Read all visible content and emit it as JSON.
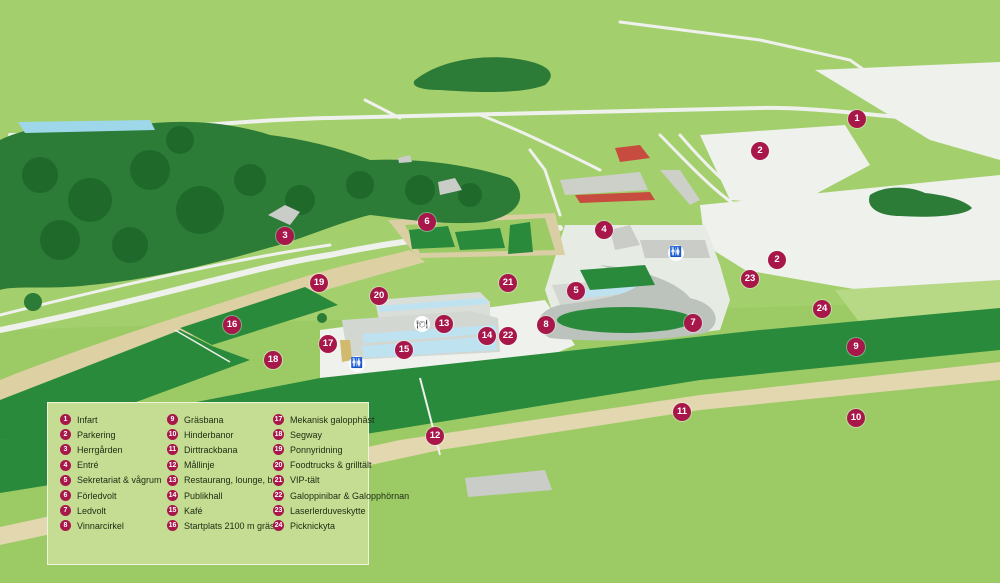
{
  "colors": {
    "grass": "#9ccb66",
    "grass_light": "#a9d173",
    "forest": "#2e7d3a",
    "forest_dark": "#1f6b2e",
    "track_green": "#2a8a3c",
    "dirt_track": "#e7dcb5",
    "tarmac": "#eef1ec",
    "marker": "#a8174a",
    "water": "#9fd7ea"
  },
  "markers": [
    {
      "num": "1"
    },
    {
      "num": "2"
    },
    {
      "num": "2"
    },
    {
      "num": "3"
    },
    {
      "num": "4"
    },
    {
      "num": "5"
    },
    {
      "num": "6"
    },
    {
      "num": "7"
    },
    {
      "num": "8"
    },
    {
      "num": "9"
    },
    {
      "num": "10"
    },
    {
      "num": "11"
    },
    {
      "num": "12"
    },
    {
      "num": "13"
    },
    {
      "num": "14"
    },
    {
      "num": "15"
    },
    {
      "num": "16"
    },
    {
      "num": "17"
    },
    {
      "num": "18"
    },
    {
      "num": "19"
    },
    {
      "num": "20"
    },
    {
      "num": "21"
    },
    {
      "num": "22"
    },
    {
      "num": "23"
    },
    {
      "num": "24"
    }
  ],
  "legend": {
    "col1": [
      {
        "num": "1",
        "label": "Infart"
      },
      {
        "num": "2",
        "label": "Parkering"
      },
      {
        "num": "3",
        "label": "Herrgården"
      },
      {
        "num": "4",
        "label": "Entré"
      },
      {
        "num": "5",
        "label": "Sekretariat & vågrum"
      },
      {
        "num": "6",
        "label": "Förledvolt"
      },
      {
        "num": "7",
        "label": "Ledvolt"
      },
      {
        "num": "8",
        "label": "Vinnarcirkel"
      }
    ],
    "col2": [
      {
        "num": "9",
        "label": "Gräsbana"
      },
      {
        "num": "10",
        "label": "Hinderbanor"
      },
      {
        "num": "11",
        "label": "Dirttrackbana"
      },
      {
        "num": "12",
        "label": "Mållinje"
      },
      {
        "num": "13",
        "label": "Restaurang, lounge, bar"
      },
      {
        "num": "14",
        "label": "Publikhall"
      },
      {
        "num": "15",
        "label": "Kafé"
      },
      {
        "num": "16",
        "label": "Startplats 2100 m gräs"
      }
    ],
    "col3": [
      {
        "num": "17",
        "label": "Mekanisk galopphäst"
      },
      {
        "num": "18",
        "label": "Segway"
      },
      {
        "num": "19",
        "label": "Ponnyridning"
      },
      {
        "num": "20",
        "label": "Foodtrucks & grilltält"
      },
      {
        "num": "21",
        "label": "VIP-tält"
      },
      {
        "num": "22",
        "label": "Galoppinibar & Galopphörnan"
      },
      {
        "num": "23",
        "label": "Laserlerduveskytte"
      },
      {
        "num": "24",
        "label": "Picknickyta"
      }
    ]
  },
  "icons": {
    "toilet": "toilet-icon",
    "restaurant": "restaurant-icon"
  }
}
